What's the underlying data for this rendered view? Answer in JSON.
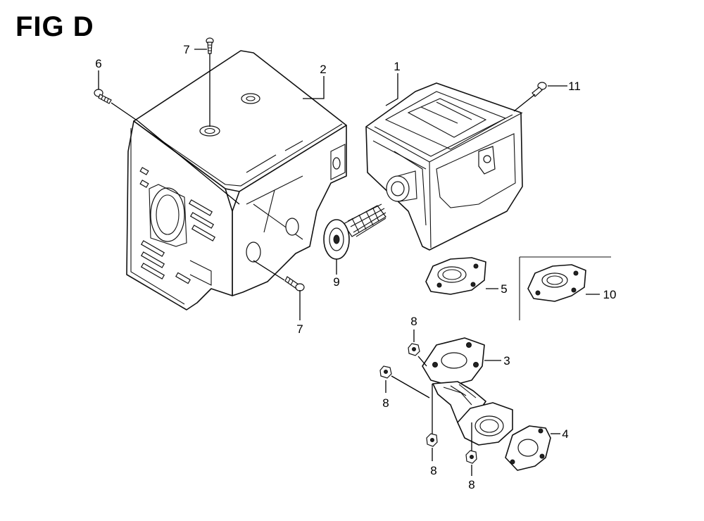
{
  "figure": {
    "title": "FIG D"
  },
  "callouts": [
    {
      "id": "c1",
      "text": "1"
    },
    {
      "id": "c2",
      "text": "2"
    },
    {
      "id": "c3",
      "text": "3"
    },
    {
      "id": "c4",
      "text": "4"
    },
    {
      "id": "c5",
      "text": "5"
    },
    {
      "id": "c6",
      "text": "6"
    },
    {
      "id": "c7a",
      "text": "7"
    },
    {
      "id": "c7b",
      "text": "7"
    },
    {
      "id": "c8a",
      "text": "8"
    },
    {
      "id": "c8b",
      "text": "8"
    },
    {
      "id": "c8c",
      "text": "8"
    },
    {
      "id": "c8d",
      "text": "8"
    },
    {
      "id": "c9",
      "text": "9"
    },
    {
      "id": "c10",
      "text": "10"
    },
    {
      "id": "c11",
      "text": "11"
    }
  ]
}
